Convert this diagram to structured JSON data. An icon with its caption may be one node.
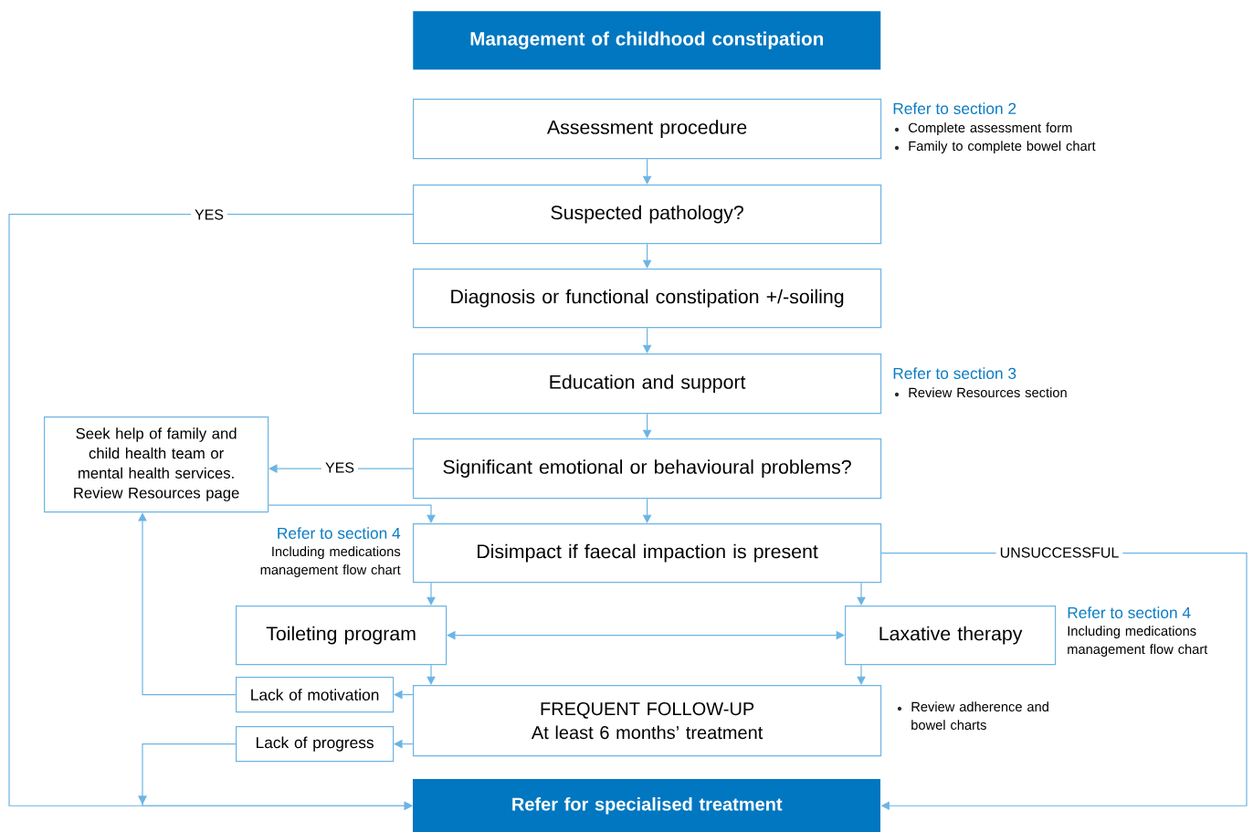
{
  "diagram": {
    "nodes": [
      {
        "text": [
          "Management of childhood constipation"
        ]
      },
      {
        "text": [
          "Assessment procedure"
        ],
        "beside": [
          "Refer to section 2",
          "Complete assessment form",
          "Family to complete bowel chart"
        ]
      },
      {
        "text": [
          "Suspected pathology?"
        ]
      },
      {
        "text": [
          "Diagnosis or functional constipation +/-soiling"
        ]
      },
      {
        "text": [
          "Education and support"
        ],
        "beside": [
          "Refer to section 3",
          "Review Resources section"
        ]
      },
      {
        "text": [
          "Significant emotional or behavioural problems?"
        ]
      },
      {
        "text": [
          "Seek help of family and child health team or mental health services. Review Resources page"
        ]
      },
      {
        "text": [
          "Disimpact if faecal impaction is present"
        ],
        "beside": [
          "Refer to section 4",
          "Including medications management flow chart"
        ]
      },
      {
        "text": [
          "Toileting program"
        ]
      },
      {
        "text": [
          "Laxative therapy"
        ],
        "beside": [
          "Refer to section 4",
          "Including medications management flow chart"
        ]
      },
      {
        "text": [
          "Lack of motivation"
        ]
      },
      {
        "text": [
          "Lack of progress"
        ]
      },
      {
        "text": [
          "FREQUENT FOLLOW-UP",
          "At least 6 months’ treatment"
        ],
        "beside": [
          "Review adherence and bowel charts"
        ]
      },
      {
        "text": [
          "Refer for specialised treatment"
        ]
      }
    ],
    "edges": [
      {
        "from": 1,
        "to": 2,
        "arrow": "to"
      },
      {
        "from": 2,
        "to": 3,
        "arrow": "to"
      },
      {
        "from": 3,
        "to": 4,
        "arrow": "to"
      },
      {
        "from": 4,
        "to": 5,
        "arrow": "to"
      },
      {
        "from": 5,
        "to": 7,
        "arrow": "to"
      },
      {
        "from": 2,
        "to": 13,
        "arrow": "to",
        "label": "YES"
      },
      {
        "from": 5,
        "to": 6,
        "arrow": "to",
        "label": "YES"
      },
      {
        "from": 6,
        "to": 7,
        "arrow": "to"
      },
      {
        "from": 7,
        "to": 8,
        "arrow": "to"
      },
      {
        "from": 7,
        "to": 9,
        "arrow": "to"
      },
      {
        "from": 8,
        "to": 9,
        "arrow": "both"
      },
      {
        "from": 8,
        "to": 12,
        "arrow": "to"
      },
      {
        "from": 9,
        "to": 12,
        "arrow": "to"
      },
      {
        "from": 12,
        "to": 10,
        "arrow": "to"
      },
      {
        "from": 12,
        "to": 11,
        "arrow": "to"
      },
      {
        "from": 10,
        "to": 6,
        "arrow": "to"
      },
      {
        "from": 11,
        "to": 13,
        "arrow": "to"
      },
      {
        "from": 7,
        "to": 13,
        "arrow": "to",
        "label": "UNSUCCESSFUL"
      }
    ]
  }
}
